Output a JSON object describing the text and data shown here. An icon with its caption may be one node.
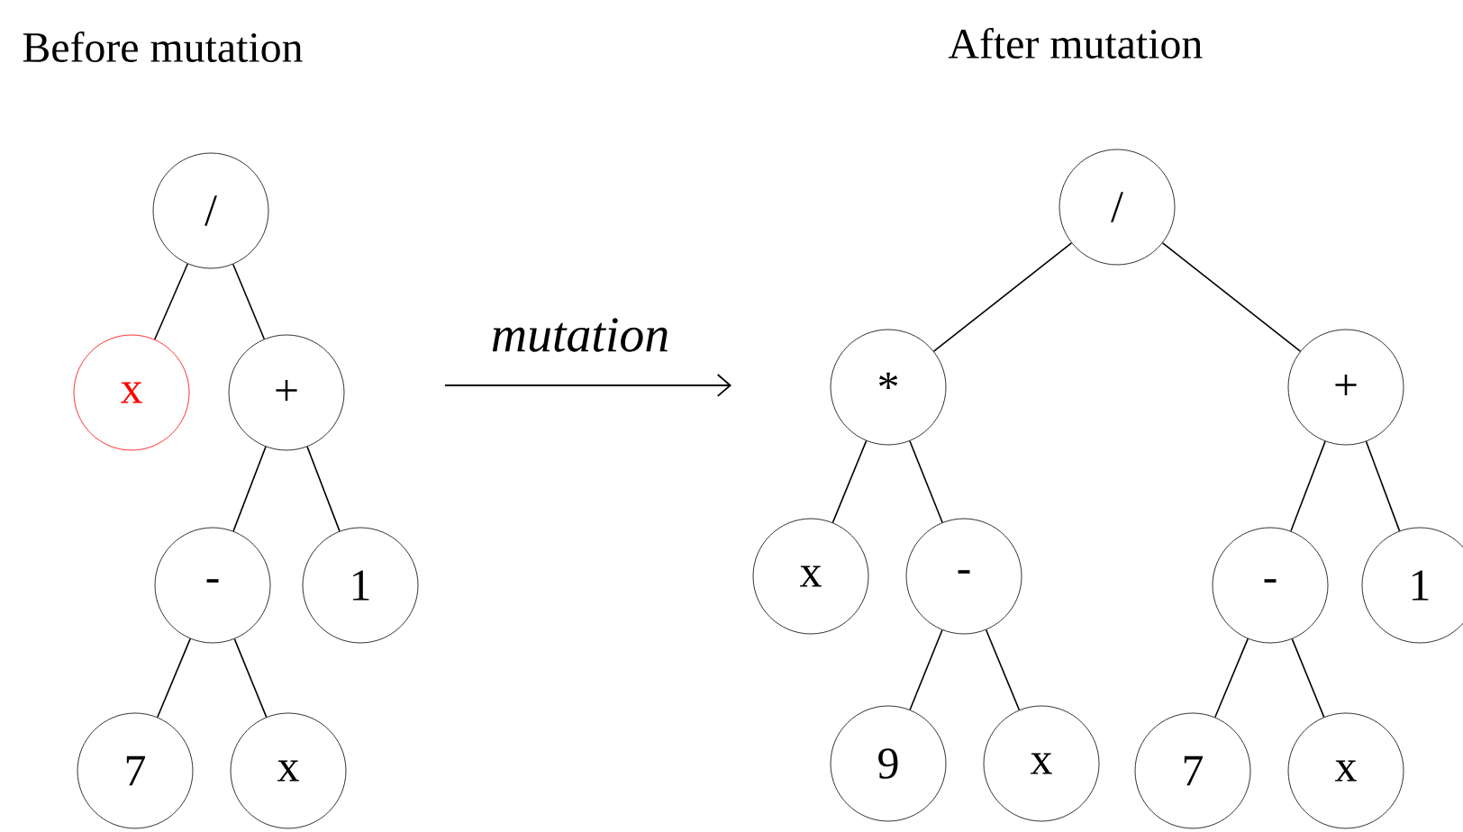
{
  "diagram": {
    "nodes": [
      {
        "text": [
          "/"
        ]
      },
      {
        "text": [
          "x"
        ]
      },
      {
        "text": [
          "+"
        ]
      },
      {
        "text": [
          "-"
        ]
      },
      {
        "text": [
          "1"
        ]
      },
      {
        "text": [
          "7"
        ]
      },
      {
        "text": [
          "x"
        ]
      },
      {
        "text": [
          "/"
        ]
      },
      {
        "text": [
          "*"
        ]
      },
      {
        "text": [
          "+"
        ]
      },
      {
        "text": [
          "x"
        ]
      },
      {
        "text": [
          "-"
        ]
      },
      {
        "text": [
          "9"
        ]
      },
      {
        "text": [
          "x"
        ]
      },
      {
        "text": [
          "-"
        ]
      },
      {
        "text": [
          "1"
        ]
      },
      {
        "text": [
          "7"
        ]
      },
      {
        "text": [
          "x"
        ]
      }
    ],
    "edges": [
      {
        "from": 0,
        "to": 1,
        "arrow": "none"
      },
      {
        "from": 0,
        "to": 2,
        "arrow": "none"
      },
      {
        "from": 2,
        "to": 3,
        "arrow": "none"
      },
      {
        "from": 2,
        "to": 4,
        "arrow": "none"
      },
      {
        "from": 3,
        "to": 5,
        "arrow": "none"
      },
      {
        "from": 3,
        "to": 6,
        "arrow": "none"
      },
      {
        "from": 7,
        "to": 8,
        "arrow": "none"
      },
      {
        "from": 7,
        "to": 9,
        "arrow": "none"
      },
      {
        "from": 8,
        "to": 10,
        "arrow": "none"
      },
      {
        "from": 8,
        "to": 11,
        "arrow": "none"
      },
      {
        "from": 11,
        "to": 12,
        "arrow": "none"
      },
      {
        "from": 11,
        "to": 13,
        "arrow": "none"
      },
      {
        "from": 9,
        "to": 14,
        "arrow": "none"
      },
      {
        "from": 9,
        "to": 15,
        "arrow": "none"
      },
      {
        "from": 14,
        "to": 16,
        "arrow": "none"
      },
      {
        "from": 14,
        "to": 17,
        "arrow": "none"
      }
    ],
    "labels": [
      "Before mutation",
      "After mutation",
      "mutation"
    ]
  }
}
